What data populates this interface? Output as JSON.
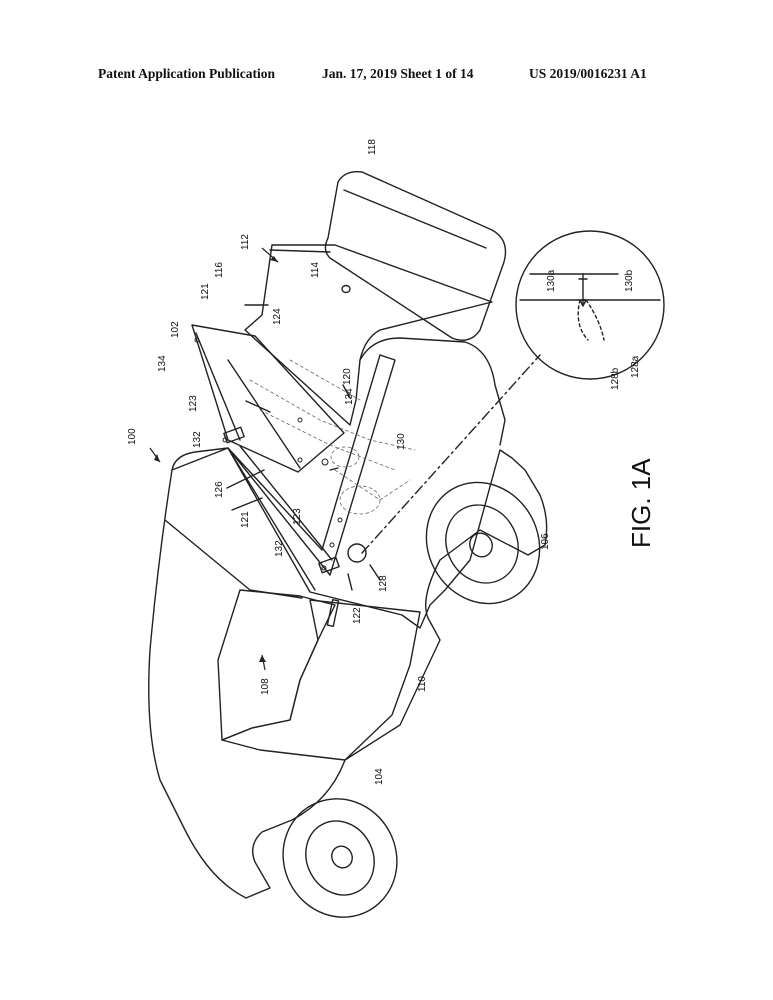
{
  "header": {
    "publication": "Patent Application Publication",
    "date_sheet": "Jan. 17, 2019  Sheet 1 of 14",
    "patent_number": "US 2019/0016231 A1"
  },
  "figure": {
    "caption": "FIG. 1A",
    "labels": {
      "l100": "100",
      "l102": "102",
      "l104": "104",
      "l106": "106",
      "l108": "108",
      "l110": "110",
      "l112": "112",
      "l114": "114",
      "l116": "116",
      "l118": "118",
      "l120": "120",
      "l121a": "121",
      "l121b": "121",
      "l122": "122",
      "l123a": "123",
      "l123b": "123",
      "l124": "124",
      "l126": "126",
      "l128": "128",
      "l128a": "128a",
      "l128b": "128b",
      "l130": "130",
      "l130a": "130a",
      "l130b": "130b",
      "l132a": "132",
      "l132b": "132",
      "l134a": "134",
      "l134b": "134"
    }
  }
}
